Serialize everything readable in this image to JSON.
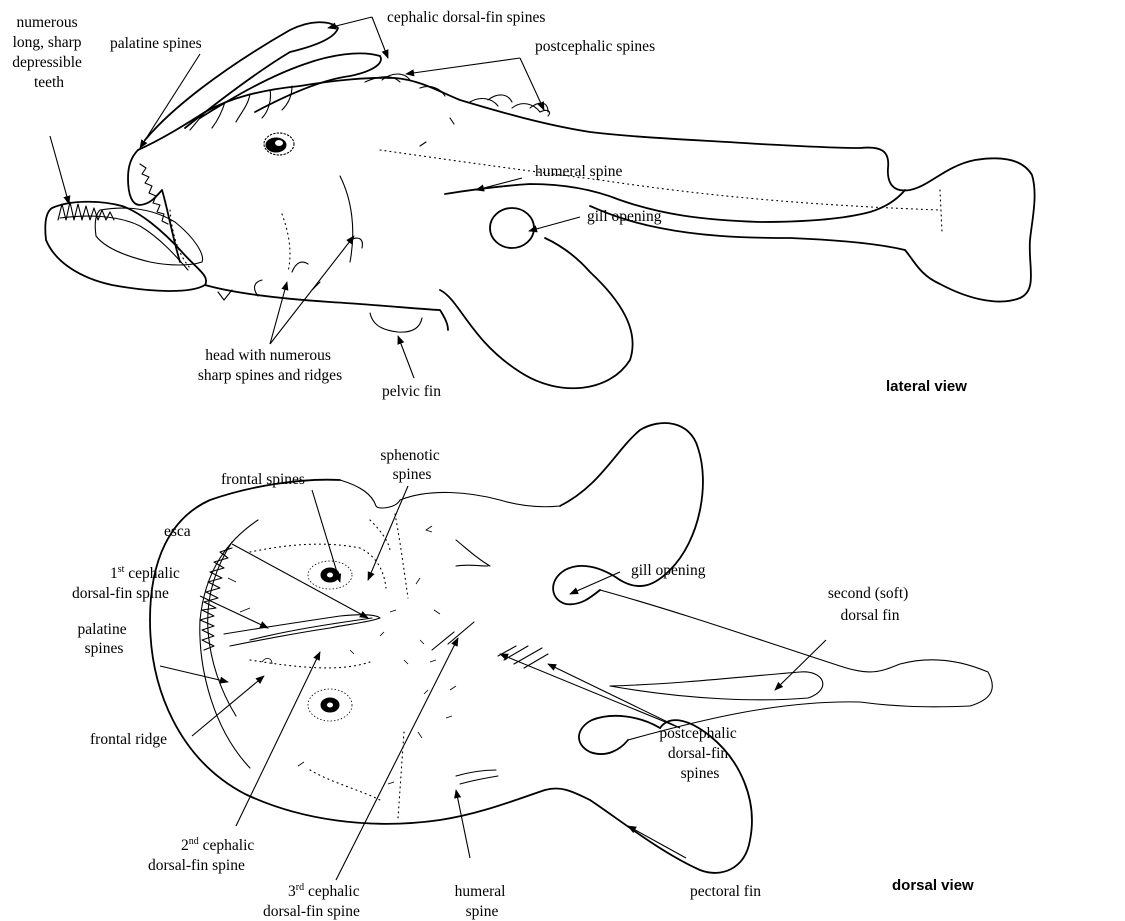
{
  "views": {
    "lateral": "lateral view",
    "dorsal": "dorsal view"
  },
  "lateral_labels": {
    "cephalic_dorsal_fin_spines": "cephalic dorsal-fin spines",
    "palatine_spines": "palatine spines",
    "postcephalic_spines": "postcephalic spines",
    "teeth": [
      "numerous",
      "long, sharp",
      "depressible",
      "teeth"
    ],
    "humeral_spine": "humeral spine",
    "gill_opening": "gill opening",
    "head_spines": [
      "head with numerous",
      "sharp spines and ridges"
    ],
    "pelvic_fin": "pelvic fin"
  },
  "dorsal_labels": {
    "sphenotic_spines": [
      "sphenotic",
      "spines"
    ],
    "frontal_spines": "frontal spines",
    "esca": "esca",
    "first_cephalic": {
      "base": "1",
      "sup": "st",
      "rest": " cephalic",
      "line2": "dorsal-fin spine"
    },
    "gill_opening": "gill opening",
    "second_soft_dorsal": [
      "second (soft)",
      "dorsal fin"
    ],
    "palatine_spines": [
      "palatine",
      "spines"
    ],
    "frontal_ridge": "frontal ridge",
    "postcephalic_dorsal_fin_spines": [
      "postcephalic",
      "dorsal-fin",
      "spines"
    ],
    "second_cephalic": {
      "base": "2",
      "sup": "nd",
      "rest": " cephalic",
      "line2": "dorsal-fin spine"
    },
    "third_cephalic": {
      "base": "3",
      "sup": "rd",
      "rest": " cephalic",
      "line2": "dorsal-fin spine"
    },
    "humeral_spine": [
      "humeral",
      "spine"
    ],
    "pectoral_fin": "pectoral fin"
  }
}
